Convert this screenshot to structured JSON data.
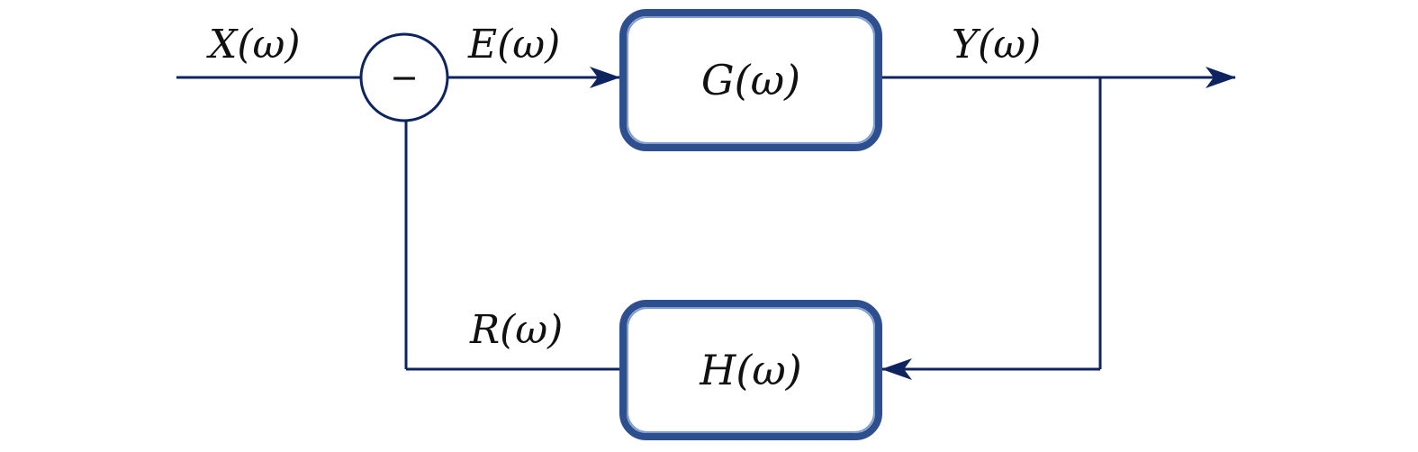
{
  "signals": {
    "input": "X(ω)",
    "error": "E(ω)",
    "output": "Y(ω)",
    "feedback": "R(ω)"
  },
  "blocks": {
    "forward": "G(ω)",
    "feedback": "H(ω)"
  },
  "summing_junction": {
    "sign": "−"
  },
  "colors": {
    "line": "#0d2460",
    "block_border": "#2e4f8f",
    "block_border_light": "#6d8cc4"
  }
}
